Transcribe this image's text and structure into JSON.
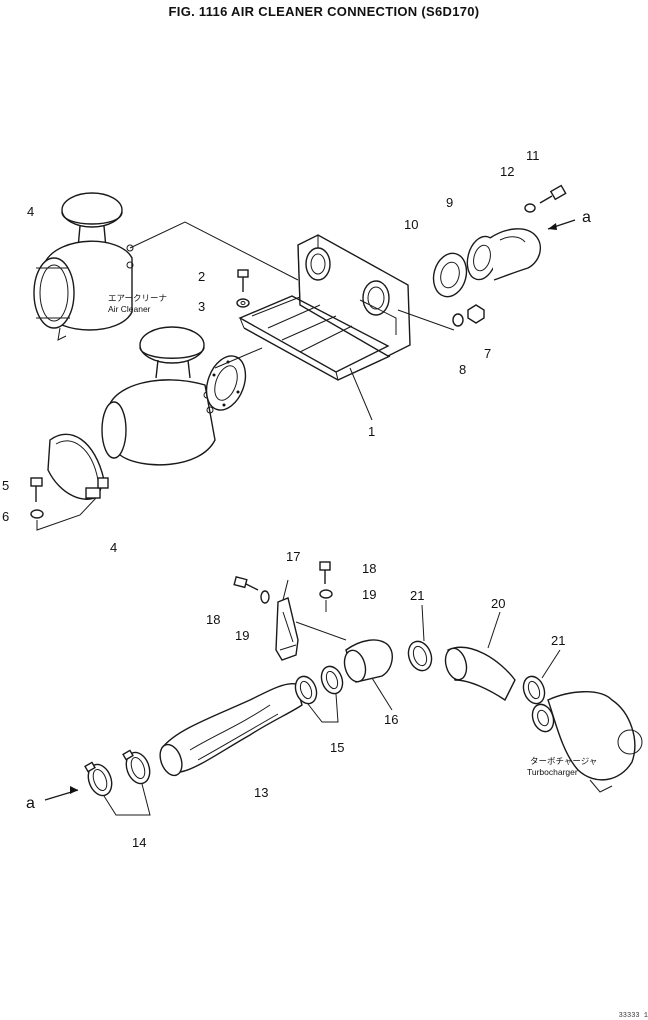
{
  "title": "FIG. 1116   AIR CLEANER CONNECTION (S6D170)",
  "labels": {
    "air_cleaner_jp": "エアークリーナ",
    "air_cleaner_en": "Air  Cleaner",
    "turbocharger_jp": "ターボチャージャ",
    "turbocharger_en": "Turbocharger"
  },
  "callouts": [
    "1",
    "2",
    "3",
    "4",
    "4",
    "5",
    "6",
    "7",
    "8",
    "9",
    "10",
    "11",
    "12",
    "13",
    "14",
    "15",
    "16",
    "17",
    "18",
    "18",
    "19",
    "19",
    "20",
    "21",
    "21",
    "a",
    "a"
  ],
  "footer_code": "33333 1"
}
